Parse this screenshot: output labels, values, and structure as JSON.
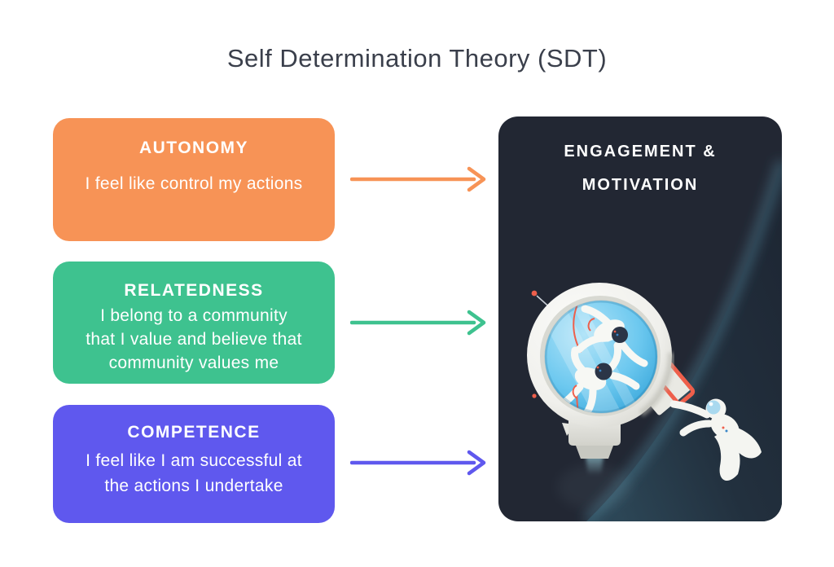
{
  "title": "Self Determination Theory (SDT)",
  "factors": [
    {
      "heading": "AUTONOMY",
      "lines": [
        "I feel like control my actions"
      ],
      "color": "#f79356"
    },
    {
      "heading": "RELATEDNESS",
      "lines": [
        "I belong to a community",
        "that I value and believe that",
        "community values me"
      ],
      "color": "#3ec28f"
    },
    {
      "heading": "COMPETENCE",
      "lines": [
        "I feel like I am successful at",
        "the actions I undertake"
      ],
      "color": "#5f58ee"
    }
  ],
  "outcome": {
    "heading_lines": [
      "ENGAGEMENT &",
      "MOTIVATION"
    ],
    "background": "#222733",
    "illustration": "astronauts-in-spaceship-porthole"
  },
  "colors": {
    "title_text": "#3a3f4b",
    "card_text": "#ffffff",
    "autonomy_orange": "#f79356",
    "relatedness_green": "#3ec28f",
    "competence_purple": "#5f58ee",
    "panel_background": "#222733",
    "accent_red": "#ee5f4b",
    "porthole_window_blue": "#4fb9e9"
  }
}
